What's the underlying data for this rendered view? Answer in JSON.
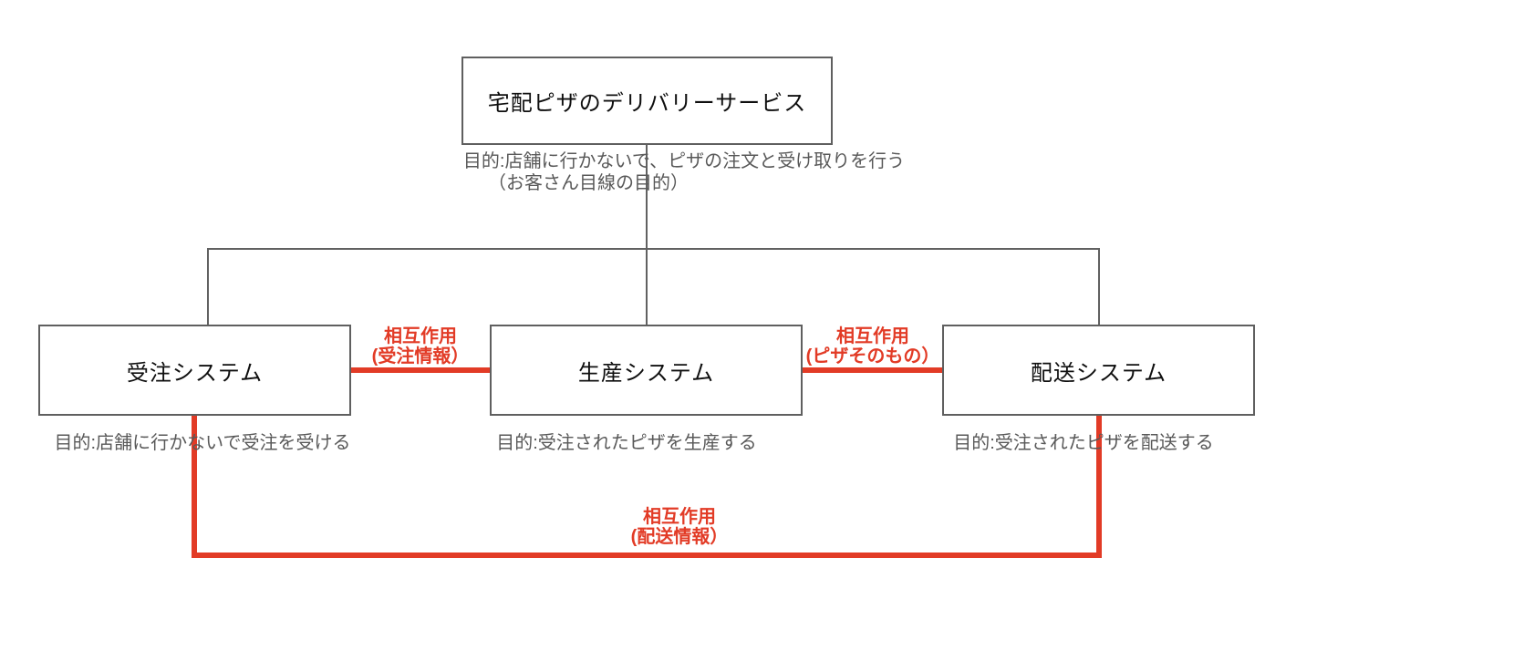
{
  "diagram": {
    "root": {
      "title": "宅配ピザのデリバリーサービス",
      "purpose_line1": "目的:店舗に行かないで、ピザの注文と受け取りを行う",
      "purpose_line2": "（お客さん目線の目的）"
    },
    "subsystems": [
      {
        "title": "受注システム",
        "purpose": "目的:店舗に行かないで受注を受ける"
      },
      {
        "title": "生産システム",
        "purpose": "目的:受注されたピザを生産する"
      },
      {
        "title": "配送システム",
        "purpose": "目的:受注されたピザを配送する"
      }
    ],
    "interactions": [
      {
        "line1": "相互作用",
        "line2": "(受注情報）"
      },
      {
        "line1": "相互作用",
        "line2": "(ピザそのもの）"
      },
      {
        "line1": "相互作用",
        "line2": "(配送情報）"
      }
    ],
    "colors": {
      "interaction_red": "#e23b26",
      "connector_gray": "#616161",
      "box_border_gray": "#5f5f5f",
      "caption_gray": "#595959"
    }
  }
}
